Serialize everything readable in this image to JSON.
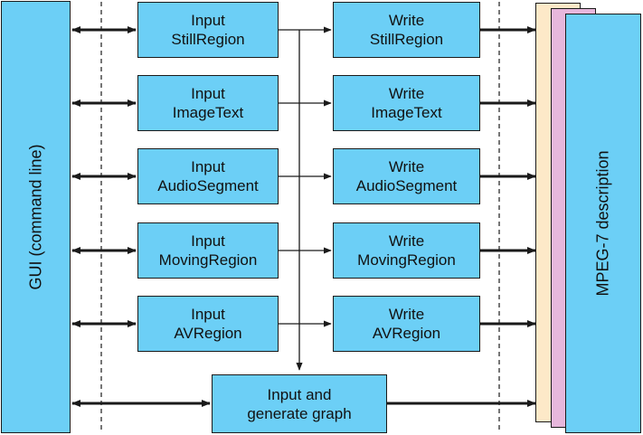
{
  "gui_panel": {
    "label": "GUI (command line)"
  },
  "output_panel": {
    "label": "MPEG-7 description"
  },
  "input_modules": [
    {
      "line1": "Input",
      "line2": "StillRegion"
    },
    {
      "line1": "Input",
      "line2": "ImageText"
    },
    {
      "line1": "Input",
      "line2": "AudioSegment"
    },
    {
      "line1": "Input",
      "line2": "MovingRegion"
    },
    {
      "line1": "Input",
      "line2": "AVRegion"
    }
  ],
  "write_modules": [
    {
      "line1": "Write",
      "line2": "StillRegion"
    },
    {
      "line1": "Write",
      "line2": "ImageText"
    },
    {
      "line1": "Write",
      "line2": "AudioSegment"
    },
    {
      "line1": "Write",
      "line2": "MovingRegion"
    },
    {
      "line1": "Write",
      "line2": "AVRegion"
    }
  ],
  "graph_module": {
    "line1": "Input and",
    "line2": "generate graph"
  },
  "colors": {
    "box_fill": "#6ccff6",
    "sheet_back": "#fde9c8",
    "sheet_middle": "#e7b7dc",
    "line": "#1a1a1a"
  }
}
